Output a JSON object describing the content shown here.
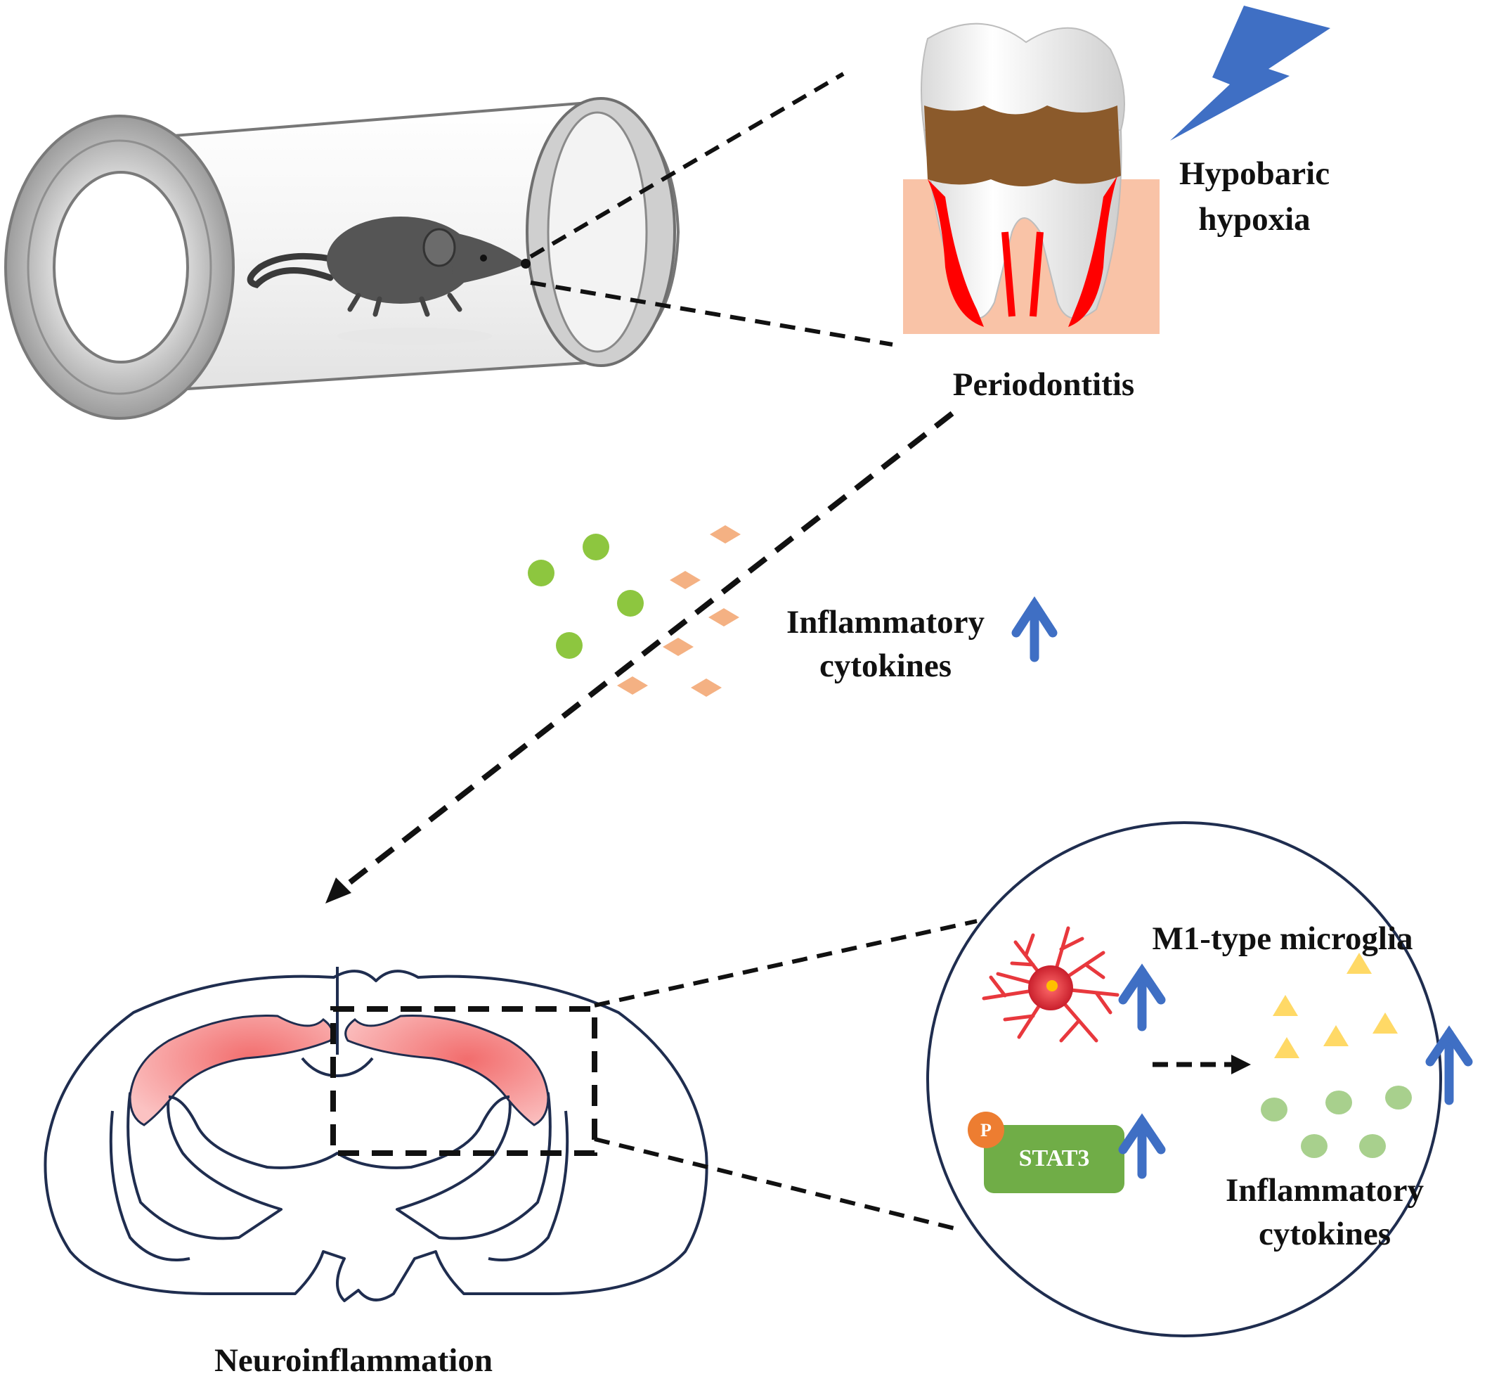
{
  "labels": {
    "hypoxia_line1": "Hypobaric",
    "hypoxia_line2": "hypoxia",
    "periodontitis": "Periodontitis",
    "mid_cytokines_line1": "Inflammatory",
    "mid_cytokines_line2": "cytokines",
    "microglia": "M1-type microglia",
    "stat3": "STAT3",
    "phospho": "P",
    "inset_cytokines_line1": "Inflammatory",
    "inset_cytokines_line2": "cytokines",
    "neuroinflammation": "Neuroinflammation"
  },
  "colors": {
    "arrow_up": "#3f6fc4",
    "lightning": "#3f6fc4",
    "green_dot": "#8dc63f",
    "light_green_dot": "#a8d08d",
    "diamond": "#f4b183",
    "triangle": "#ffd966",
    "stat3_box": "#70ad47",
    "phospho_circle": "#ed7d31",
    "gum": "#f8b998",
    "inflamed_gum": "#ff0000",
    "calculus": "#8b5a2b",
    "brain_fill": "#f9e3d6",
    "brain_highlight": "#f08080",
    "microglia": "#e8383d"
  },
  "icons": {
    "arrow": "up-arrow-icon",
    "lightning": "lightning-icon",
    "mouse": "mouse-icon",
    "tooth": "tooth-icon",
    "chamber": "hypobaric-chamber-icon",
    "brain": "brain-section-icon",
    "microglia": "microglia-cell-icon"
  }
}
